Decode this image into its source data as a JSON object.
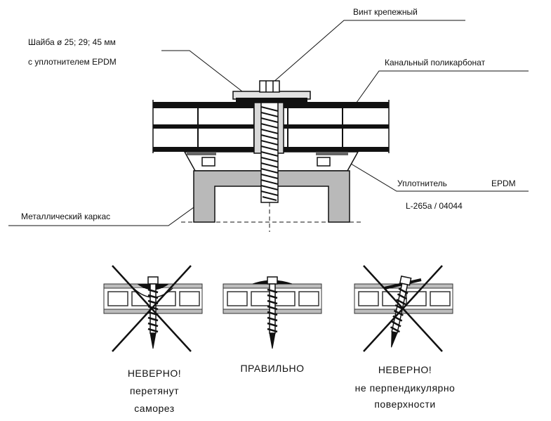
{
  "top": {
    "screw": "Винт крепежный",
    "washer_line1": "Шайба ø 25; 29; 45 мм",
    "washer_line2": "с уплотнителем EPDM",
    "polycarbonate": "Канальный поликарбонат",
    "seal_word": "Уплотнитель",
    "seal_epdm": "EPDM",
    "seal_code": "L-265a / 04044",
    "frame": "Металлический каркас"
  },
  "bottom": {
    "wrong1_line1": "НЕВЕРНО!",
    "wrong1_line2": "перетянут",
    "wrong1_line3": "саморез",
    "correct": "ПРАВИЛЬНО",
    "wrong2_line1": "НЕВЕРНО!",
    "wrong2_line2": "не перпендикулярно",
    "wrong2_line3": "поверхности"
  },
  "colors": {
    "line": "#111111",
    "frame_fill": "#b9b9b9",
    "washer_fill": "#e2e2e2",
    "panel_fill": "#dedede"
  }
}
